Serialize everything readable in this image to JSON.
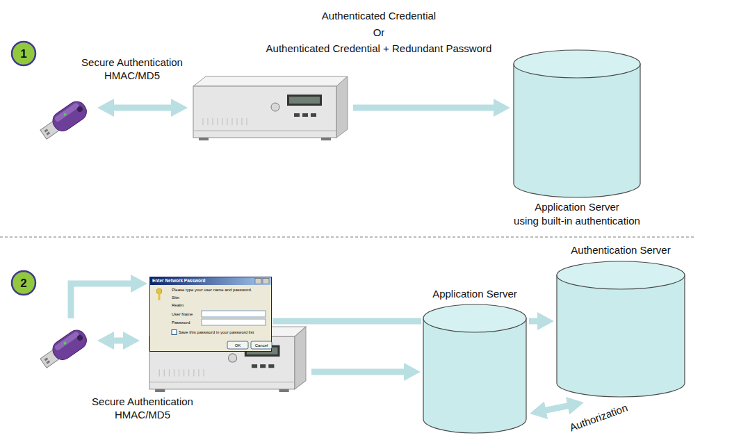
{
  "diagram": {
    "nodes": [
      {
        "text": []
      },
      {
        "text": []
      },
      {
        "text": [
          "Application Server",
          "using built-in authentication"
        ]
      },
      {
        "text": []
      },
      {
        "text": [
          "Enter Network Password",
          "Please type your user name and password.",
          "Site:",
          "Realm",
          "User Name",
          "Password",
          "Save this password in your password list",
          "OK",
          "Cancel"
        ]
      },
      {
        "text": []
      },
      {
        "text": [
          "Application Server"
        ]
      },
      {
        "text": [
          "Authentication Server"
        ]
      }
    ],
    "edges": [
      {
        "from": 0,
        "to": 1,
        "arrow": "both"
      },
      {
        "from": 1,
        "to": 2,
        "arrow": "to"
      },
      {
        "from": 3,
        "to": 4,
        "arrow": "to"
      },
      {
        "from": 4,
        "to": 6,
        "arrow": "none"
      },
      {
        "from": 3,
        "to": 5,
        "arrow": "both"
      },
      {
        "from": 5,
        "to": 6,
        "arrow": "to"
      },
      {
        "from": 6,
        "to": 7,
        "arrow": "to"
      },
      {
        "from": 6,
        "to": 7,
        "label": "Authorization",
        "arrow": "both"
      }
    ],
    "labels": [
      "1",
      "Secure Authentication HMAC/MD5",
      "Authenticated Credential",
      "Or",
      "Authenticated Credential + Redundant Password",
      "2",
      "Secure Authentication HMAC/MD5"
    ]
  }
}
